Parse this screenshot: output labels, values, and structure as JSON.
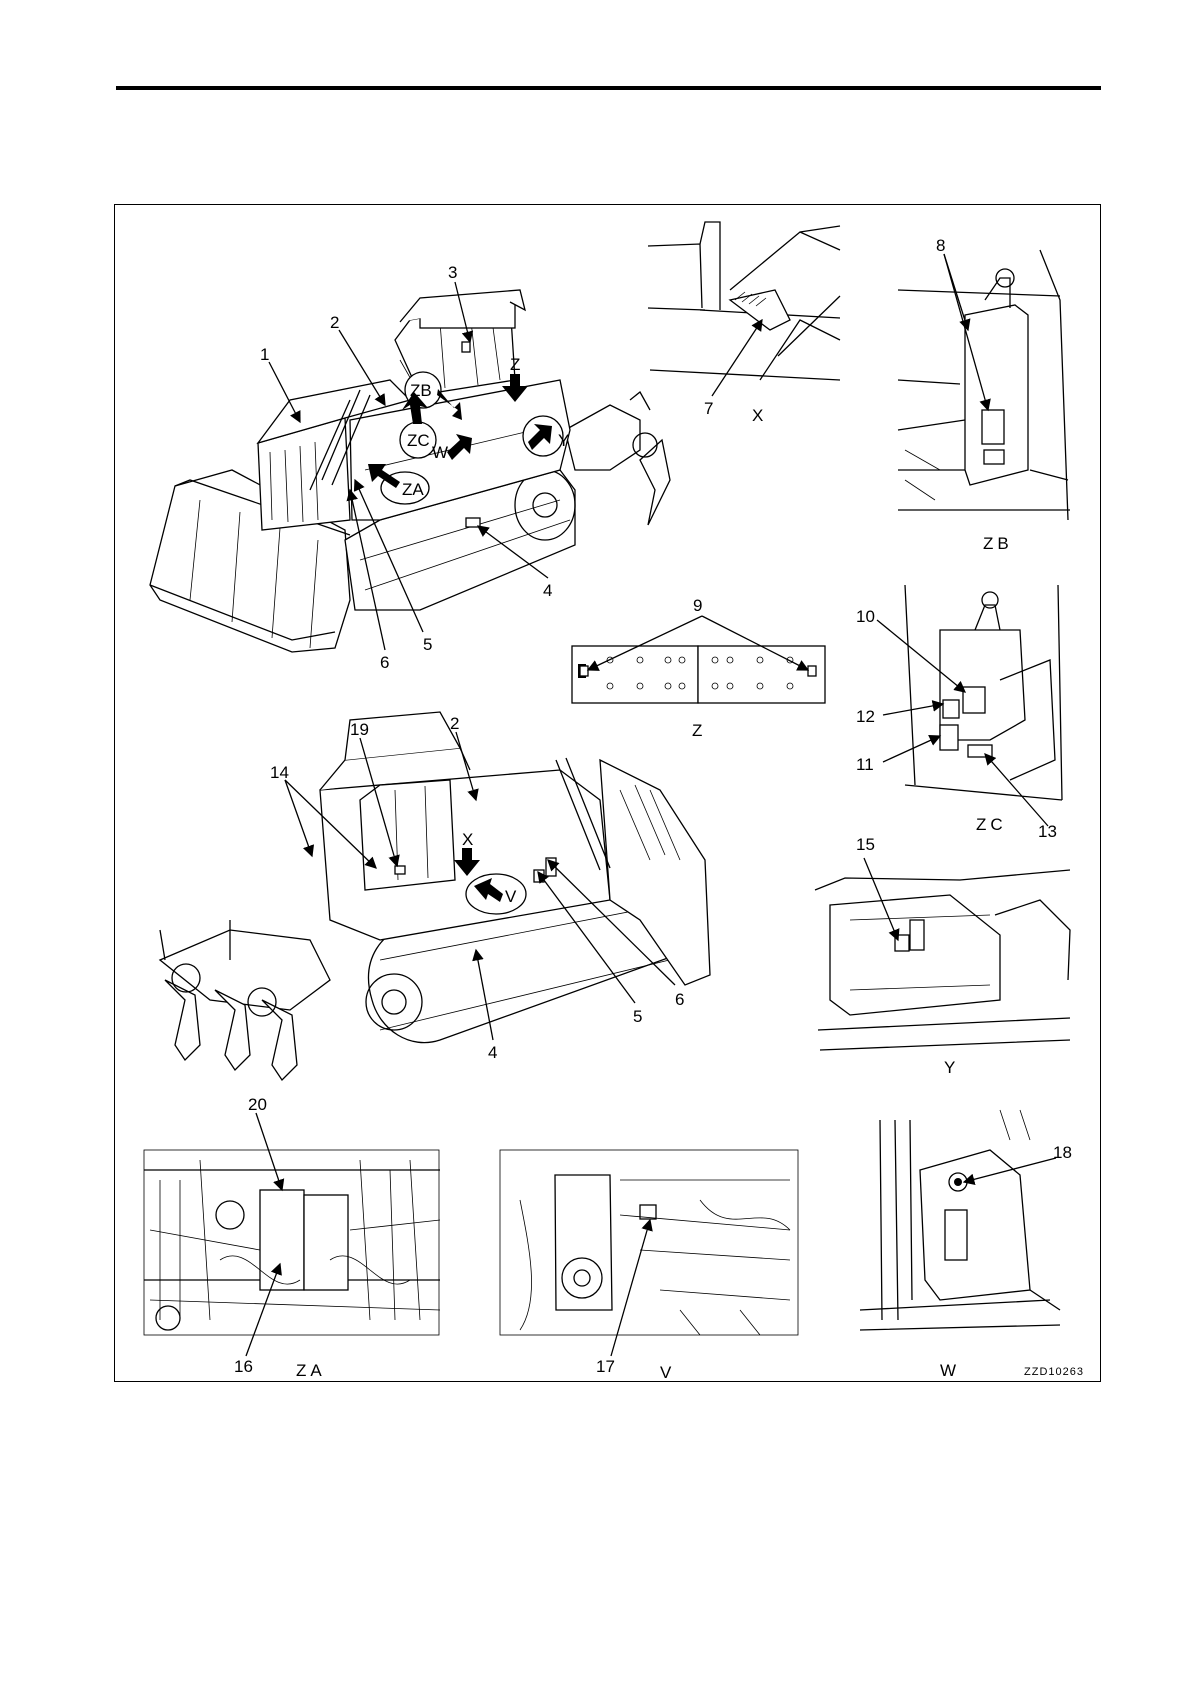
{
  "labels": {
    "l1": "1",
    "l2": "2",
    "l3": "3",
    "l4": "4",
    "l5": "5",
    "l6": "6",
    "l7": "7",
    "l8": "8",
    "l9": "9",
    "l10": "10",
    "l11": "11",
    "l12": "12",
    "l13": "13",
    "l14": "14",
    "l15": "15",
    "l16": "16",
    "l17": "17",
    "l18": "18",
    "l19": "19",
    "l20": "20",
    "l2b": "2",
    "l4b": "4",
    "l5b": "5",
    "l6b": "6"
  },
  "view_markers": {
    "zb": "ZB",
    "zc": "ZC",
    "z": "Z",
    "w": "W",
    "y": "Y",
    "za": "ZA",
    "x": "X",
    "v": "V"
  },
  "captions": {
    "x": "X",
    "zb": "ZB",
    "z": "Z",
    "zc": "ZC",
    "y": "Y",
    "za": "ZA",
    "v": "V",
    "w": "W"
  },
  "drawing_code": "ZZD10263"
}
